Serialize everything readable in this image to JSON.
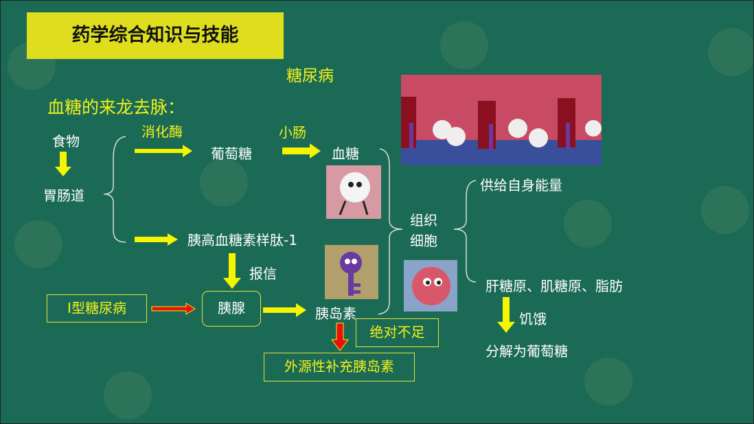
{
  "title": "药学综合知识与技能",
  "topic": "糖尿病",
  "heading": "血糖的来龙去脉：",
  "flow": {
    "food": "食物",
    "gi_tract": "胃肠道",
    "enzyme": "消化酶",
    "glucose": "葡萄糖",
    "small_intestine": "小肠",
    "blood_sugar": "血糖",
    "glp1": "胰高血糖素样肽-1",
    "signal": "报信",
    "type1": "Ⅰ型糖尿病",
    "pancreas": "胰腺",
    "insulin": "胰岛素",
    "absolute_deficiency": "绝对不足",
    "exogenous": "外源性补充胰岛素",
    "tissue_cells_1": "组织",
    "tissue_cells_2": "细胞",
    "energy": "供给自身能量",
    "storage": "肝糖原、肌糖原、脂肪",
    "hunger": "饥饿",
    "breakdown": "分解为葡萄糖"
  },
  "colors": {
    "background": "#1b6a55",
    "title_bg": "#dede1f",
    "arrow_yellow": "#f5f500",
    "arrow_red": "#e81010"
  }
}
